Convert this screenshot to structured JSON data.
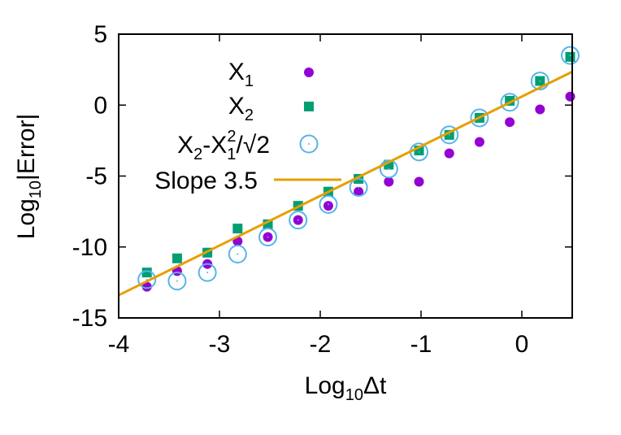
{
  "chart_data": {
    "type": "scatter",
    "title": "",
    "xlabel": {
      "base": "Log",
      "sub": "10",
      "rest": "Δt"
    },
    "ylabel": {
      "base": "Log",
      "sub": "10",
      "rest": "|Error|"
    },
    "xlim": [
      -4,
      0.5
    ],
    "ylim": [
      -15,
      5
    ],
    "xticks": [
      -4,
      -3,
      -2,
      -1,
      0
    ],
    "yticks": [
      -15,
      -10,
      -5,
      0,
      5
    ],
    "grid": false,
    "legend_placement": "top-center",
    "colors": {
      "X1": "#9400d3",
      "X2": "#009e73",
      "combo": "#56b4e9",
      "slope": "#e69f00"
    },
    "series": [
      {
        "key": "X1",
        "legend": {
          "base": "X",
          "sub": "1"
        },
        "marker": "filled-circle",
        "points": [
          [
            -3.72,
            -12.8
          ],
          [
            -3.42,
            -11.7
          ],
          [
            -3.12,
            -11.2
          ],
          [
            -2.82,
            -9.6
          ],
          [
            -2.52,
            -9.3
          ],
          [
            -2.22,
            -8.1
          ],
          [
            -1.92,
            -7.1
          ],
          [
            -1.62,
            -6.1
          ],
          [
            -1.32,
            -5.4
          ],
          [
            -1.02,
            -5.4
          ],
          [
            -0.72,
            -3.4
          ],
          [
            -0.42,
            -2.6
          ],
          [
            -0.12,
            -1.2
          ],
          [
            0.18,
            -0.3
          ],
          [
            0.48,
            0.6
          ]
        ]
      },
      {
        "key": "X2",
        "legend": {
          "base": "X",
          "sub": "2"
        },
        "marker": "filled-square",
        "points": [
          [
            -3.72,
            -11.8
          ],
          [
            -3.42,
            -10.8
          ],
          [
            -3.12,
            -10.4
          ],
          [
            -2.82,
            -8.7
          ],
          [
            -2.52,
            -8.4
          ],
          [
            -2.22,
            -7.1
          ],
          [
            -1.92,
            -6.1
          ],
          [
            -1.62,
            -5.2
          ],
          [
            -1.32,
            -4.2
          ],
          [
            -1.02,
            -3.2
          ],
          [
            -0.72,
            -2.1
          ],
          [
            -0.42,
            -0.9
          ],
          [
            -0.12,
            0.3
          ],
          [
            0.18,
            1.7
          ],
          [
            0.48,
            3.4
          ]
        ]
      },
      {
        "key": "combo",
        "legend": {
          "t1": "X",
          "s1": "2",
          "t2": "-X",
          "s2": "1",
          "sup": "2",
          "t3": "/√2"
        },
        "marker": "open-circle",
        "points": [
          [
            -3.72,
            -12.3
          ],
          [
            -3.42,
            -12.4
          ],
          [
            -3.12,
            -11.8
          ],
          [
            -2.82,
            -10.5
          ],
          [
            -2.52,
            -9.3
          ],
          [
            -2.22,
            -8.1
          ],
          [
            -1.92,
            -7.0
          ],
          [
            -1.62,
            -5.8
          ],
          [
            -1.32,
            -4.5
          ],
          [
            -1.02,
            -3.3
          ],
          [
            -0.72,
            -2.1
          ],
          [
            -0.42,
            -0.9
          ],
          [
            -0.12,
            0.2
          ],
          [
            0.18,
            1.7
          ],
          [
            0.48,
            3.5
          ]
        ]
      },
      {
        "key": "slope",
        "legend": {
          "text": "Slope 3.5"
        },
        "marker": "line",
        "line": {
          "x": [
            -4,
            0.5
          ],
          "y": [
            -13.4,
            2.35
          ]
        }
      }
    ]
  }
}
